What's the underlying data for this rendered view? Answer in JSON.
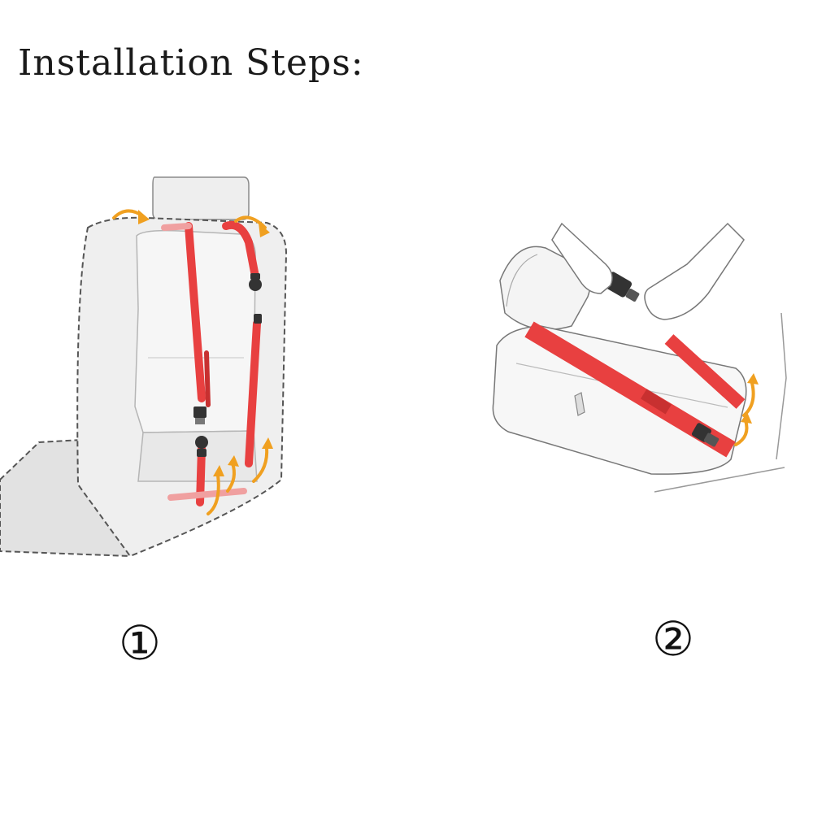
{
  "title": "Installation Steps:",
  "steps": [
    {
      "number": "①"
    },
    {
      "number": "②"
    }
  ],
  "colors": {
    "strap": "#e84040",
    "arrow": "#f0a020",
    "outline": "#555555",
    "seat": "#ececec"
  }
}
